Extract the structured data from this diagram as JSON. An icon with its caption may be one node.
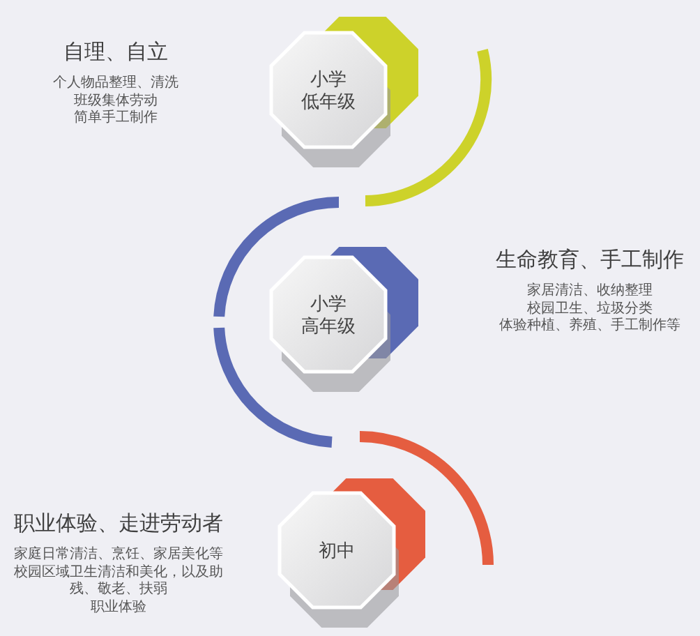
{
  "diagram": {
    "nodes": [
      {
        "text": [
          "小学",
          "低年级"
        ],
        "beside": [
          "自理、自立",
          "个人物品整理、清洗",
          "班级集体劳动",
          "简单手工制作"
        ]
      },
      {
        "text": [
          "小学",
          "高年级"
        ],
        "beside": [
          "生命教育、手工制作",
          "家居清洁、收纳整理",
          "校园卫生、垃圾分类",
          "体验种植、养殖、手工制作等"
        ]
      },
      {
        "text": [
          "初中"
        ],
        "beside": [
          "职业体验、走进劳动者",
          "家庭日常清洁、烹饪、家居美化等",
          "校园区域卫生清洁和美化，以及助残、敬老、扶弱",
          "职业体验"
        ]
      }
    ]
  }
}
